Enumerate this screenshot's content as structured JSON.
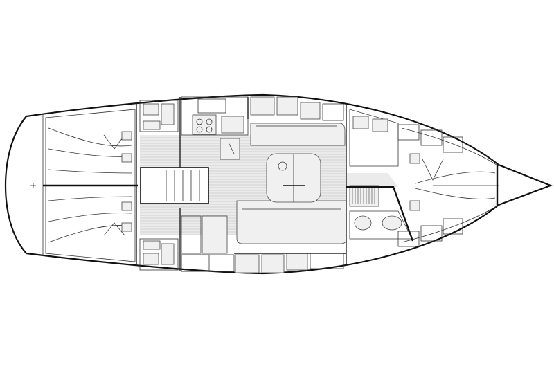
{
  "layout": {
    "cabins": [
      "aft-port-cabin",
      "aft-starboard-cabin",
      "fore-cabin"
    ],
    "areas": [
      "galley",
      "saloon",
      "chart-table",
      "aft-heads",
      "fore-heads"
    ]
  },
  "colors": {
    "background": "#ffffff",
    "line": "#111111",
    "floor": "#ebebeb",
    "plank": "#b8b8b8"
  }
}
